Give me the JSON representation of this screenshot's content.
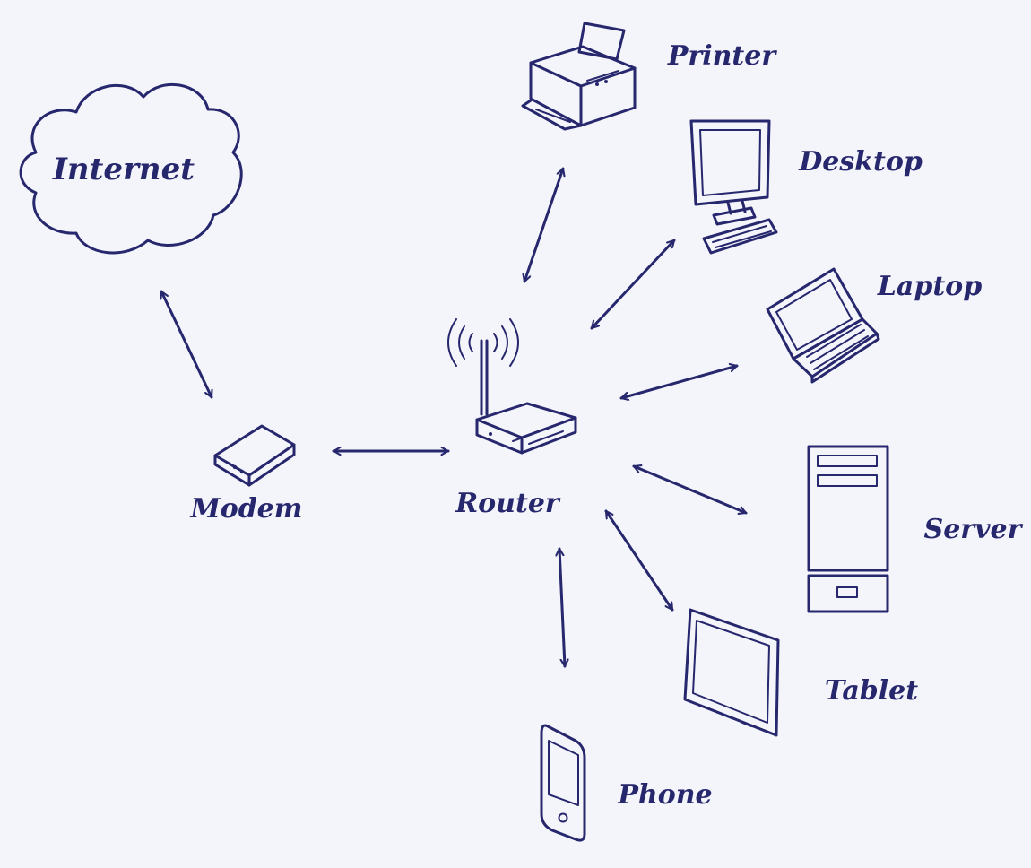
{
  "diagram": {
    "type": "network-topology",
    "ink_color": "#27276e",
    "background_color": "#f4f5fb",
    "nodes": {
      "internet": "Internet",
      "modem": "Modem",
      "router": "Router",
      "printer": "Printer",
      "desktop": "Desktop",
      "laptop": "Laptop",
      "server": "Server",
      "tablet": "Tablet",
      "phone": "Phone"
    },
    "connections": [
      [
        "Internet",
        "Modem"
      ],
      [
        "Modem",
        "Router"
      ],
      [
        "Router",
        "Printer"
      ],
      [
        "Router",
        "Desktop"
      ],
      [
        "Router",
        "Laptop"
      ],
      [
        "Router",
        "Server"
      ],
      [
        "Router",
        "Tablet"
      ],
      [
        "Router",
        "Phone"
      ]
    ]
  }
}
